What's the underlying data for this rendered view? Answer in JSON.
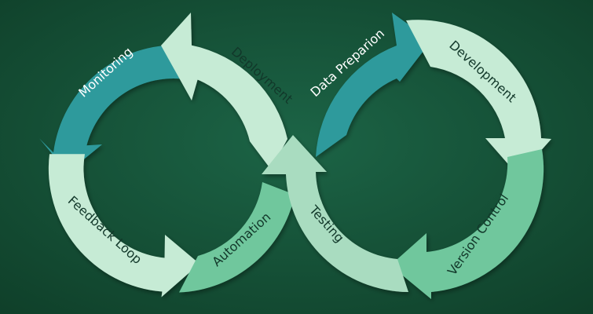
{
  "colors": {
    "bg_light": "#1c6446",
    "bg_dark": "#0f3f29",
    "teal": "#2e9a9c",
    "mint_light": "#c6ebd5",
    "mint_mid": "#a9dcc0",
    "green_mid": "#6fc79d",
    "label_dark": "#12382a",
    "label_light": "#ffffff"
  },
  "stages": [
    {
      "id": "monitoring",
      "label": "Monitoring"
    },
    {
      "id": "deployment",
      "label": "Deployment"
    },
    {
      "id": "automation",
      "label": "Automation"
    },
    {
      "id": "feedback-loop",
      "label": "Feedback Loop"
    },
    {
      "id": "data-preparation",
      "label": "Data Preparion"
    },
    {
      "id": "development",
      "label": "Development"
    },
    {
      "id": "version-control",
      "label": "Version Control"
    },
    {
      "id": "testing",
      "label": "Testing"
    }
  ]
}
